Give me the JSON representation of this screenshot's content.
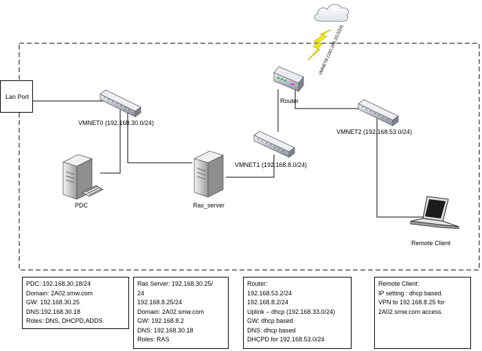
{
  "lan_port": "Lan Port",
  "nodes": {
    "router": "Router",
    "pdc": "PDC",
    "ras_server": "Ras_server",
    "remote_client": "Remote Client"
  },
  "networks": {
    "vmnet0": "VMNET0 (192.168.30.0/24)",
    "vmnet1": "VMNET1 (192.168.8.0/24)",
    "vmnet2": "VMNET2 (192.168.53.0/24)",
    "vmnet8": "VMNET8 (192.168.33.0/24)"
  },
  "info_boxes": {
    "pdc": [
      "PDC: 192.168.30.18/24",
      "Domain: 2A02.smw.com",
      "GW: 192.168.30.25",
      "DNS:192.168.30.18",
      "Roles: DNS, DHCPD,ADDS"
    ],
    "ras": [
      "Ras Server: 192.168.30.25/",
      "24",
      "192.168.8.25/24",
      "Domain: 2A02.smw.com",
      "GW: 192.168.8.2",
      "DNS: 192.168.30.18",
      "Roles: RAS"
    ],
    "router": [
      "Router:",
      "192.168.53.2/24",
      "192.168.8.2/24",
      "Uplink – dhcp (192.168.33.0/24)",
      "GW: dhcp based",
      "DNS: dhcp based",
      "DHCPD for 192.168.53.0/24"
    ],
    "remote": [
      "Remote Client:",
      "IP setting : dhcp based.",
      "VPN to 192.168.8.25 for",
      "2A02.smw.com access."
    ]
  }
}
